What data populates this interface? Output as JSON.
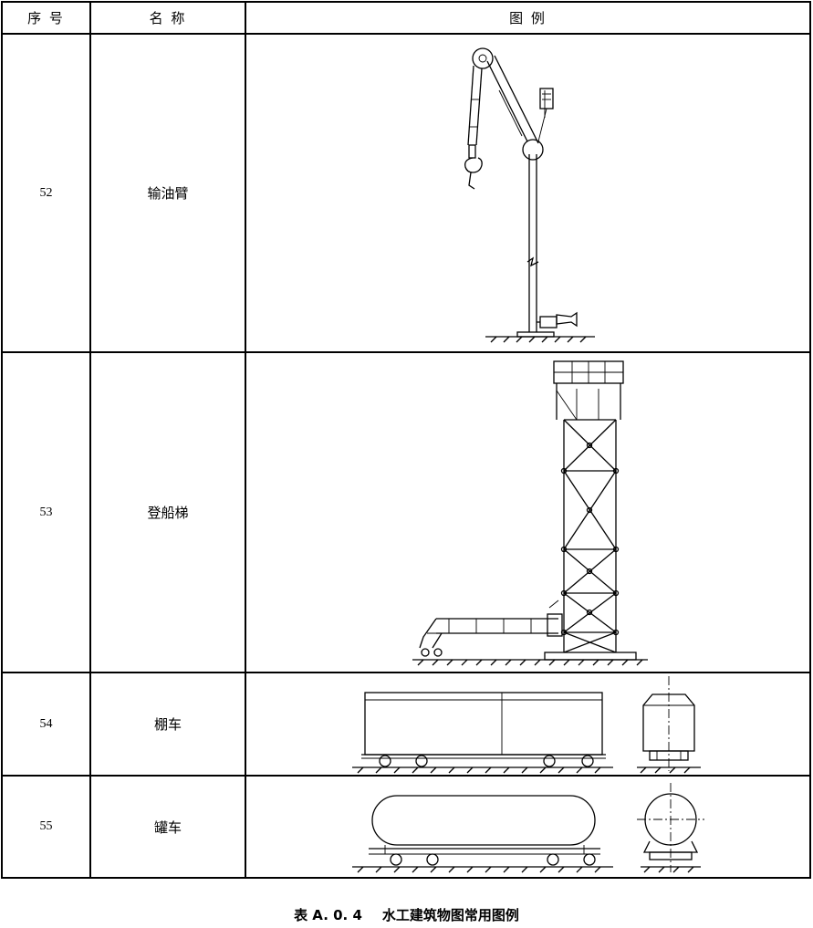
{
  "table": {
    "headers": {
      "seq": "序  号",
      "name": "名  称",
      "figure": "图  例"
    },
    "rows": [
      {
        "num": "52",
        "name": "输油臂",
        "icon": "loading-arm-icon"
      },
      {
        "num": "53",
        "name": "登船梯",
        "icon": "boarding-ladder-icon"
      },
      {
        "num": "54",
        "name": "棚车",
        "icon": "box-car-icon"
      },
      {
        "num": "55",
        "name": "罐车",
        "icon": "tank-car-icon"
      }
    ]
  },
  "caption": {
    "number": "表 A. 0. 4",
    "title": "水工建筑物图常用图例"
  }
}
